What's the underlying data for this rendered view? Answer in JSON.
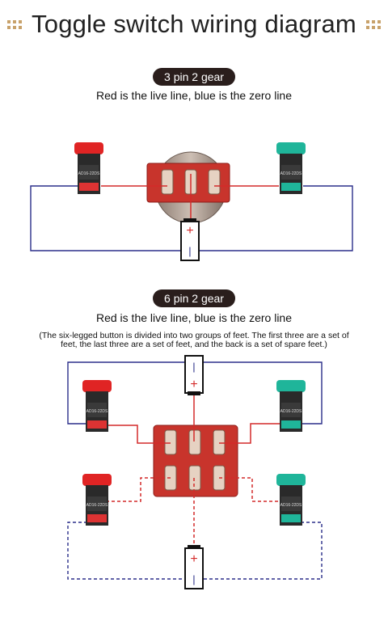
{
  "title": "Toggle switch wiring diagram",
  "sections": [
    {
      "badge": "3 pin 2 gear",
      "caption": "Red is the live line, blue is the zero line"
    },
    {
      "badge": "6 pin 2 gear",
      "caption": "Red is the live line, blue is the zero line",
      "note": "(The six-legged button is divided into two groups of feet. The first three are a set of feet, the last three are a set of feet, and the back is a set of spare feet.)"
    }
  ],
  "battery_symbols": {
    "plus": "+",
    "minus": "|"
  },
  "lamp_text": "AD16-22DS",
  "colors": {
    "live_wire": "#d42a2a",
    "neutral_wire": "#2b2f8a",
    "switch_body": "#c8342c",
    "red_cap": "#e02424",
    "green_cap": "#1fb59a",
    "badge_bg": "#2a1e1c",
    "title_dots": "#c8a26b"
  }
}
